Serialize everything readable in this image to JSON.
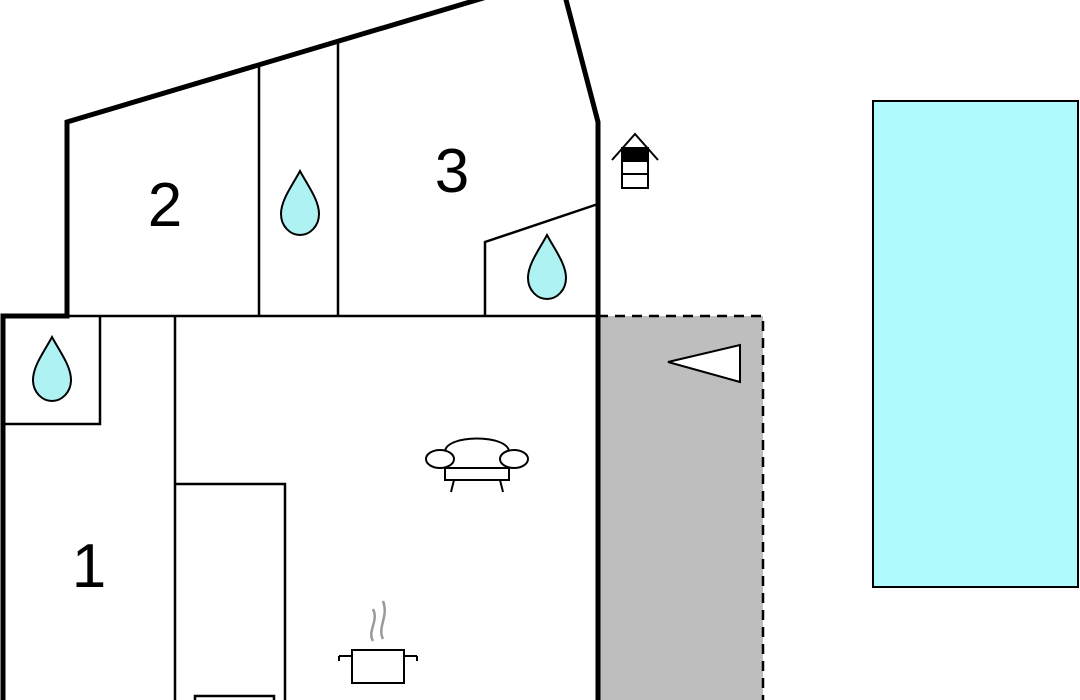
{
  "rooms": [
    {
      "label": "1"
    },
    {
      "label": "2"
    },
    {
      "label": "3"
    }
  ],
  "colors": {
    "wall": "#000000",
    "water": "#aef2f4",
    "terrace": "#bebebf",
    "pool": "#b0fbfd",
    "background": "#ffffff"
  },
  "icons": [
    "bedroom-number-1",
    "bedroom-number-2",
    "bedroom-number-3",
    "water-drop-icon",
    "sofa-icon",
    "cooking-pot-icon",
    "house-icon",
    "sun-direction-icon"
  ]
}
